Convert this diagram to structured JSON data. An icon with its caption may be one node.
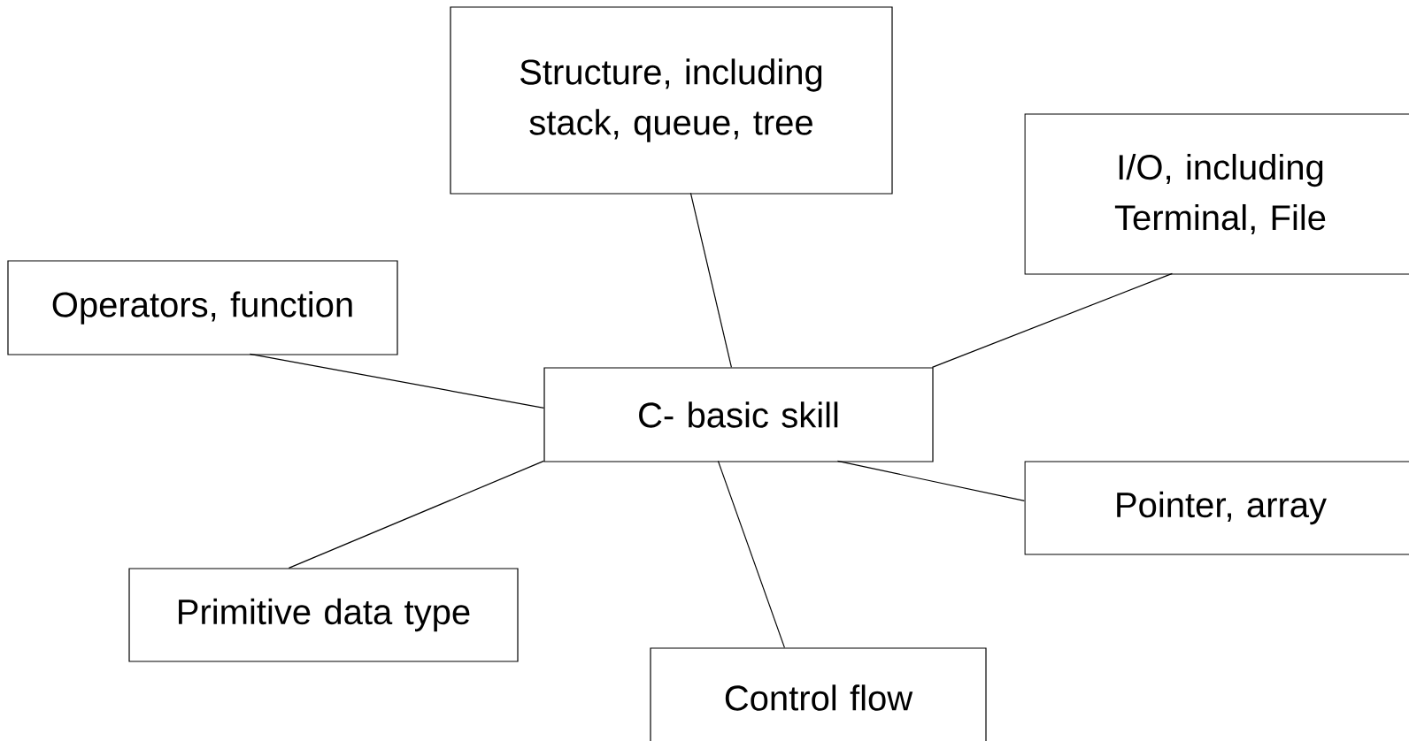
{
  "diagram": {
    "nodes": [
      {
        "text": [
          "Structure, including stack, queue, tree"
        ]
      },
      {
        "text": [
          "I/O, including Terminal, File"
        ]
      },
      {
        "text": [
          "Operators, function"
        ]
      },
      {
        "text": [
          "C- basic skill"
        ]
      },
      {
        "text": [
          "Pointer, array"
        ]
      },
      {
        "text": [
          "Primitive data type"
        ]
      },
      {
        "text": [
          "Control flow"
        ]
      }
    ],
    "edges": [
      {
        "from": 3,
        "to": 0,
        "arrow": "none"
      },
      {
        "from": 3,
        "to": 1,
        "arrow": "none"
      },
      {
        "from": 3,
        "to": 2,
        "arrow": "none"
      },
      {
        "from": 3,
        "to": 5,
        "arrow": "none"
      },
      {
        "from": 3,
        "to": 6,
        "arrow": "none"
      },
      {
        "from": 3,
        "to": 4,
        "arrow": "none"
      }
    ]
  }
}
